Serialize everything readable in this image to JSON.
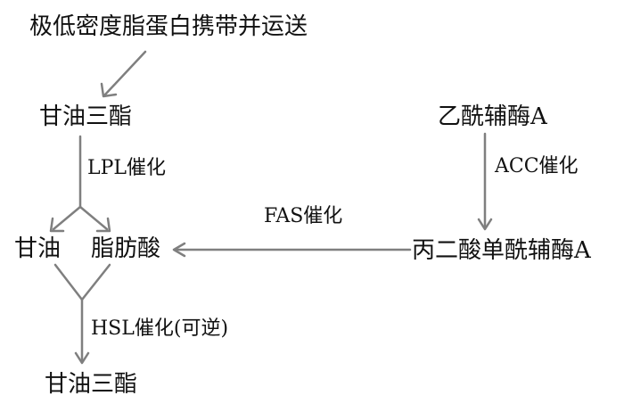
{
  "nodes": {
    "vldl": "极低密度脂蛋白携带并运送",
    "tg_top": "甘油三酯",
    "acetyl_coa": "乙酰辅酶A",
    "glycerol": "甘油",
    "fatty_acid": "脂肪酸",
    "malonyl_coa": "丙二酸单酰辅酶A",
    "tg_bottom": "甘油三酯"
  },
  "edge_labels": {
    "lpl": "LPL催化",
    "acc": "ACC催化",
    "fas": "FAS催化",
    "hsl": "HSL催化(可逆)"
  },
  "colors": {
    "text": "#111111",
    "arrow": "#7f7f7f"
  }
}
